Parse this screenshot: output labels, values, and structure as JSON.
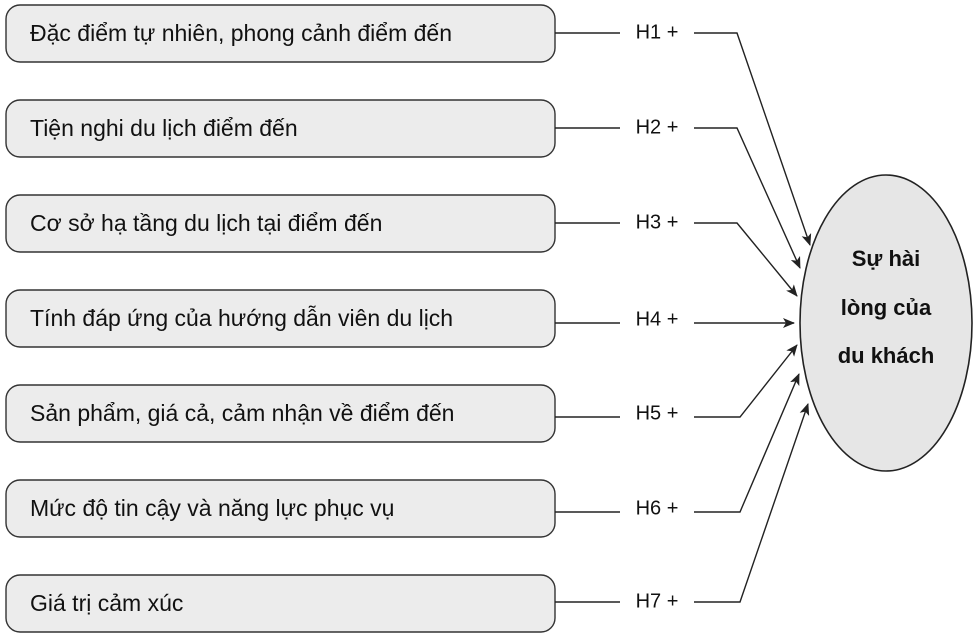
{
  "factors": [
    {
      "label": "Đặc điểm tự nhiên, phong cảnh điểm đến",
      "hypothesis": "H1 +"
    },
    {
      "label": "Tiện nghi du lịch điểm đến",
      "hypothesis": "H2 +"
    },
    {
      "label": "Cơ sở hạ tầng du lịch tại điểm đến",
      "hypothesis": "H3 +"
    },
    {
      "label": "Tính đáp ứng của hướng dẫn viên du lịch",
      "hypothesis": "H4 +"
    },
    {
      "label": "Sản phẩm, giá cả, cảm nhận về điểm đến",
      "hypothesis": "H5 +"
    },
    {
      "label": "Mức độ tin cậy và năng lực phục vụ",
      "hypothesis": "H6 +"
    },
    {
      "label": "Giá trị cảm xúc",
      "hypothesis": "H7 +"
    }
  ],
  "outcome": {
    "lines": [
      "Sự hài",
      "lòng của",
      "du khách"
    ]
  },
  "colors": {
    "box_fill": "#ececec",
    "ellipse_fill": "#e6e6e6",
    "stroke": "#333333"
  }
}
